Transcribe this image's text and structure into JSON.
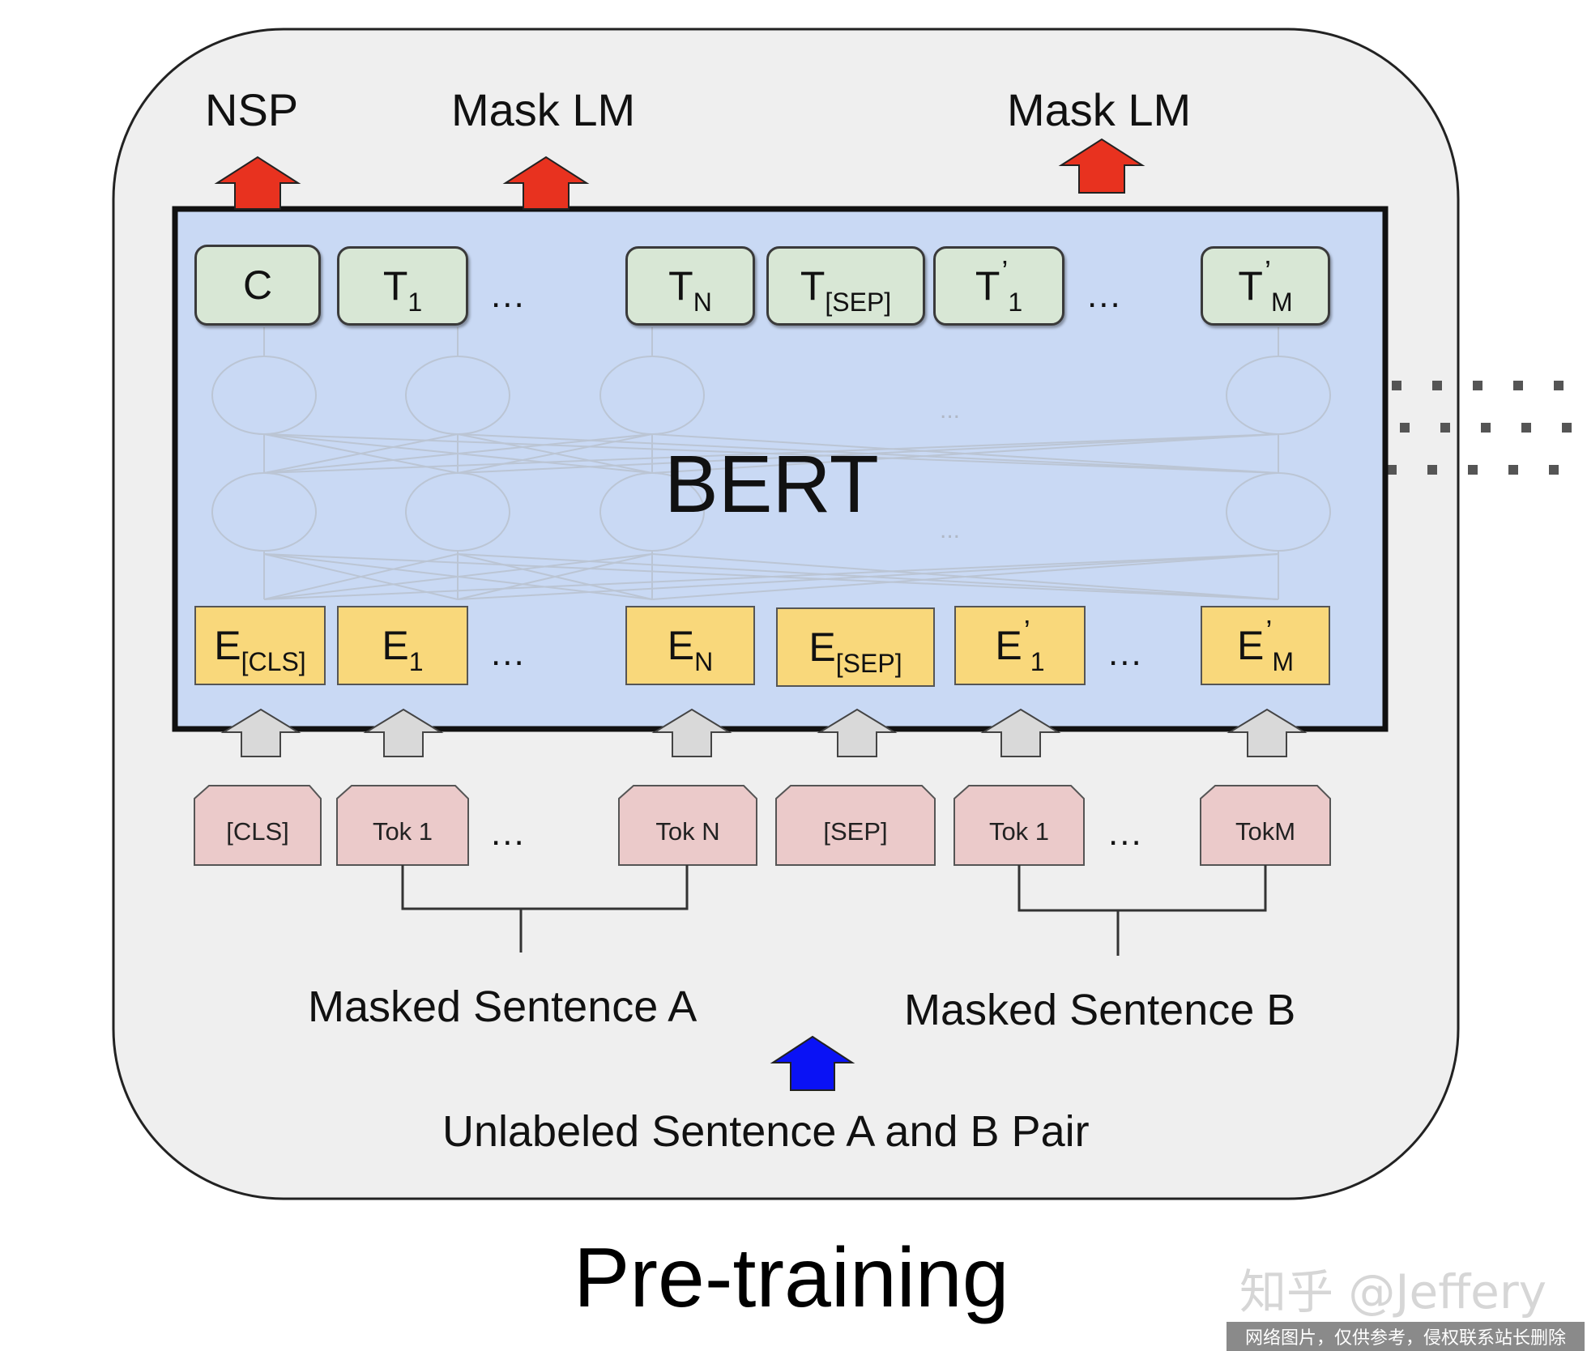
{
  "outputs": {
    "nsp": "NSP",
    "mlm_left": "Mask LM",
    "mlm_right": "Mask LM"
  },
  "model_name": "BERT",
  "output_tokens": [
    {
      "main": "C",
      "sub": "",
      "prime": ""
    },
    {
      "main": "T",
      "sub": "1",
      "prime": ""
    },
    {
      "main": "T",
      "sub": "N",
      "prime": ""
    },
    {
      "main": "T",
      "sub": "[SEP]",
      "prime": ""
    },
    {
      "main": "T",
      "sub": "1",
      "prime": "’"
    },
    {
      "main": "T",
      "sub": "M",
      "prime": "’"
    }
  ],
  "embeddings": [
    {
      "main": "E",
      "sub": "[CLS]",
      "prime": ""
    },
    {
      "main": "E",
      "sub": "1",
      "prime": ""
    },
    {
      "main": "E",
      "sub": "N",
      "prime": ""
    },
    {
      "main": "E",
      "sub": "[SEP]",
      "prime": ""
    },
    {
      "main": "E",
      "sub": "1",
      "prime": "’"
    },
    {
      "main": "E",
      "sub": "M",
      "prime": "’"
    }
  ],
  "input_tokens": [
    "[CLS]",
    "Tok 1",
    "Tok N",
    "[SEP]",
    "Tok 1",
    "TokM"
  ],
  "ellipsis": "...",
  "hidden_ellipsis": "...",
  "sentence_a": "Masked Sentence A",
  "sentence_b": "Masked Sentence B",
  "pair_label": "Unlabeled Sentence A and B Pair",
  "stage_title": "Pre-training",
  "watermark": "知乎 @Jeffery",
  "credit": "网络图片，仅供参考，侵权联系站长删除",
  "colors": {
    "panel_bg": "#efefef",
    "bert_bg": "#c9d9f4",
    "output_box": "#d8e7d5",
    "embedding_box": "#f9d87b",
    "token_box": "#ebcaca",
    "red_arrow": "#e8321f",
    "blue_arrow": "#0a12f5",
    "gray_arrow": "#d9d9d9"
  },
  "icons": [
    "red-up-arrow",
    "blue-up-arrow",
    "gray-up-arrow"
  ]
}
